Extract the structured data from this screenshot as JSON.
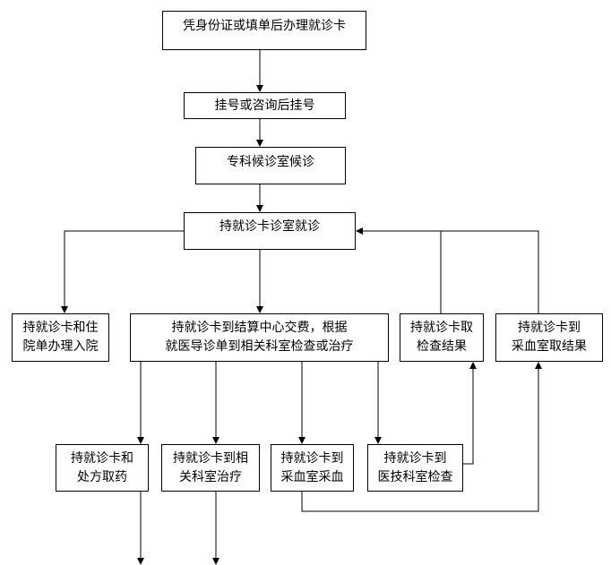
{
  "nodes": {
    "card_register": "凭身份证或填单后办理就诊卡",
    "register": "挂号或咨询后挂号",
    "waiting": "专科候诊室候诊",
    "consult": "持就诊卡诊室就诊",
    "admission": [
      "持就诊卡和住",
      "院单办理入院"
    ],
    "payment": [
      "持就诊卡到结算中心交费，根据",
      "就医导诊单到相关科室检查或治疗"
    ],
    "get_exam_result": [
      "持就诊卡取",
      "检查结果"
    ],
    "get_blood_result": [
      "持就诊卡到",
      "采血室取结果"
    ],
    "pharmacy": [
      "持就诊卡和",
      "处方取药"
    ],
    "treatment": [
      "持就诊卡到相",
      "关科室治疗"
    ],
    "blood_draw": [
      "持就诊卡到",
      "采血室采血"
    ],
    "exam": [
      "持就诊卡到",
      "医技科室检查"
    ]
  }
}
